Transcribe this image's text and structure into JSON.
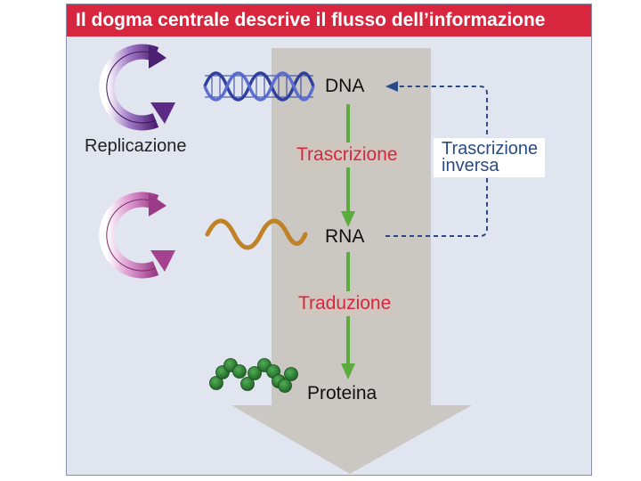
{
  "title": "Il dogma centrale descrive il flusso dell’informazione",
  "molecules": {
    "dna": "DNA",
    "rna": "RNA",
    "protein": "Proteina"
  },
  "processes": {
    "transcription": "Trascrizione",
    "translation": "Traduzione",
    "replication": "Replicazione",
    "reverse_transcription_line1": "Trascrizione",
    "reverse_transcription_line2": "inversa"
  },
  "colors": {
    "title_background": "#d8263f",
    "panel_background": "#e1e5ef",
    "flow_arrow": "#cbc7c3",
    "forward_arrow": "#5aad3c",
    "reverse_arrow": "#2a4a86",
    "dna_helix": "#2e3f9e",
    "rna_strand": "#c08226",
    "protein_beads": "#2f7d34",
    "replication_dna_icon": "#6a2f8e",
    "replication_rna_icon": "#b04a9a"
  }
}
